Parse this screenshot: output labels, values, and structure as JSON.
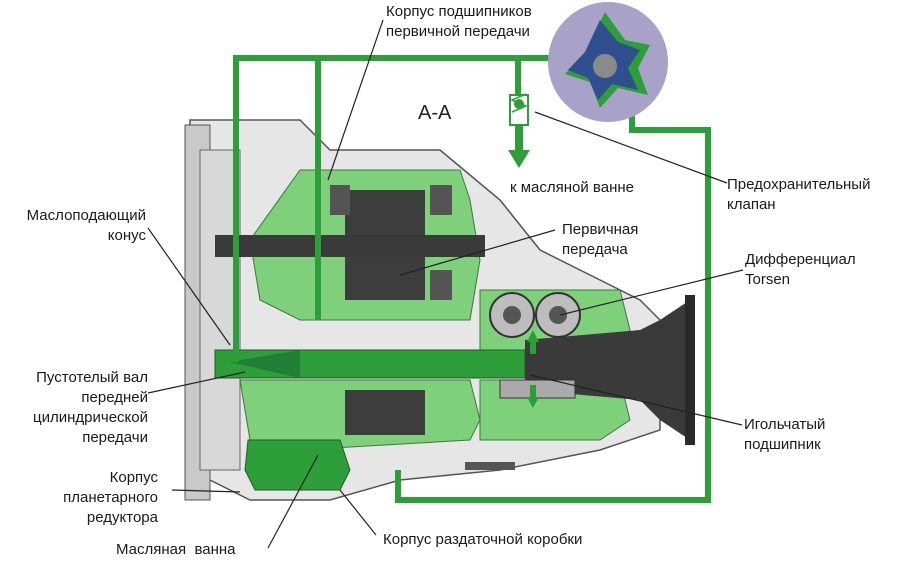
{
  "section_label": "A-A",
  "labels": {
    "bearing_housing": "Корпус подшипников\nпервичной передачи",
    "to_oil_sump": "к масляной ванне",
    "relief_valve": "Предохранительный\nклапан",
    "oil_cone": "Маслоподающий\nконус",
    "primary_gear": "Первичная\nпередача",
    "torsen": "Дифференциал\nTorsen",
    "hollow_shaft": "Пустотелый вал\nпередней\nцилиндрической\nпередачи",
    "needle_bearing": "Игольчатый\nподшипник",
    "planetary_housing": "Корпус\nпланетарного\nредуктора",
    "transfer_housing": "Корпус раздаточной коробки",
    "oil_bath": "Масляная  ванна"
  },
  "colors": {
    "oil_line": "#2e9e3a",
    "oil_light": "#7fd07a",
    "oil_dark": "#1f7f35",
    "metal_dark": "#3a3a3a",
    "metal_mid": "#8a8a8a",
    "metal_light": "#cfcfcf",
    "pump_body": "#a9a2c8",
    "pump_rotor": "#2f4f8f"
  }
}
